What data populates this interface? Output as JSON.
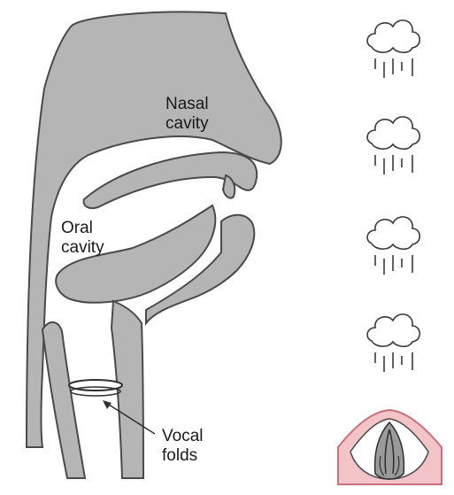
{
  "diagram": {
    "labels": {
      "nasal": [
        "Nasal",
        "cavity"
      ],
      "oral": [
        "Oral",
        "cavity"
      ],
      "vocal": [
        "Vocal",
        "folds"
      ]
    },
    "icons": [
      "rain-cloud-icon",
      "rain-cloud-icon",
      "rain-cloud-icon",
      "rain-cloud-icon",
      "vocal-folds-icon"
    ],
    "colors": {
      "tissue": "#b5b5b5",
      "outline": "#4a4a4a",
      "vocal_folds_pink": "#f2c4c8",
      "vocal_folds_rim": "#c9707a"
    }
  }
}
